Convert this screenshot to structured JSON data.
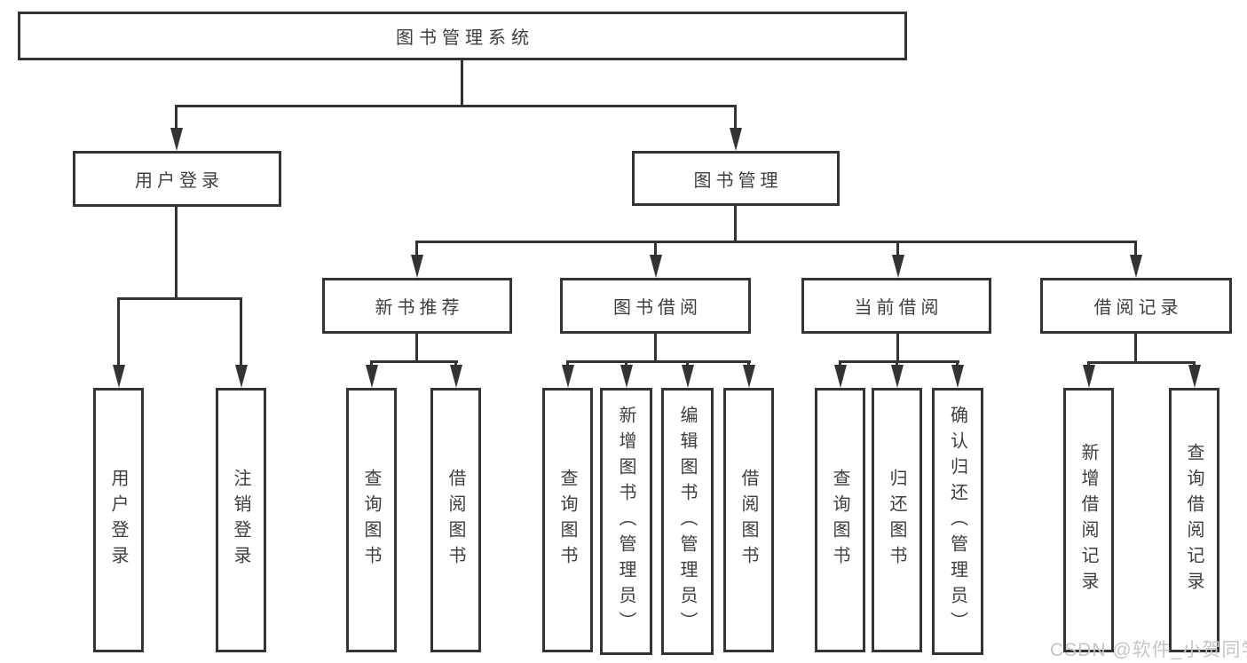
{
  "diagram_title": "图书管理系统",
  "colors": {
    "background": "#ffffff",
    "line": "#333333",
    "box_border": "#343434",
    "text": "#3e3e3e",
    "watermark": "#c5c5c5"
  },
  "tree": {
    "root": {
      "label": "图书管理系统",
      "children": [
        {
          "label": "用户登录",
          "children": [
            {
              "label": "用户登录"
            },
            {
              "label": "注销登录"
            }
          ]
        },
        {
          "label": "图书管理",
          "children": [
            {
              "label": "新书推荐",
              "children": [
                {
                  "label": "查询图书"
                },
                {
                  "label": "借阅图书"
                }
              ]
            },
            {
              "label": "图书借阅",
              "children": [
                {
                  "label": "查询图书"
                },
                {
                  "label": "新增图书（管理员）"
                },
                {
                  "label": "编辑图书（管理员）"
                },
                {
                  "label": "借阅图书"
                }
              ]
            },
            {
              "label": "当前借阅",
              "children": [
                {
                  "label": "查询图书"
                },
                {
                  "label": "归还图书"
                },
                {
                  "label": "确认归还（管理员）"
                }
              ]
            },
            {
              "label": "借阅记录",
              "children": [
                {
                  "label": "新增借阅记录"
                },
                {
                  "label": "查询借阅记录"
                }
              ]
            }
          ]
        }
      ]
    }
  },
  "watermark": {
    "text": "CSDN @软件_小贺同学"
  }
}
